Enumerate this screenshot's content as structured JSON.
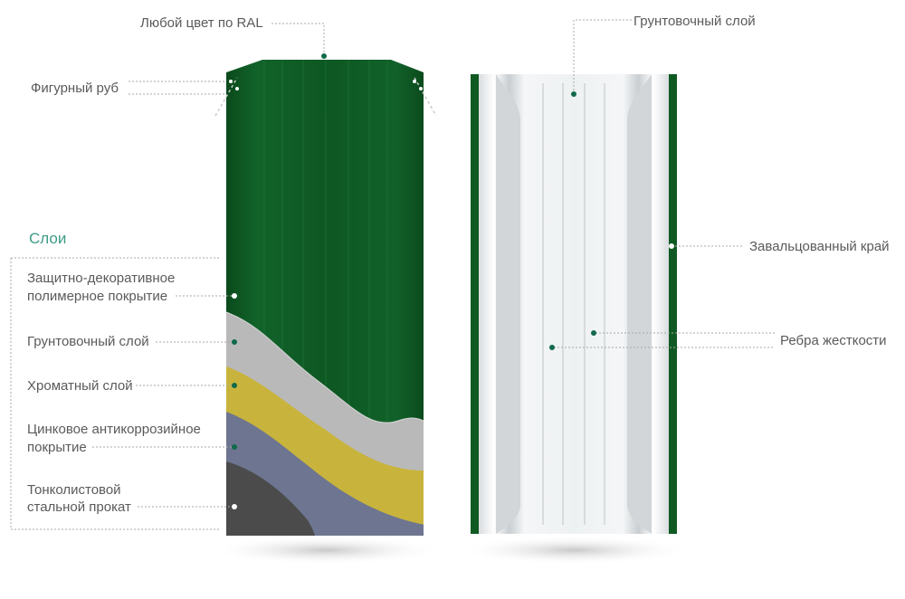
{
  "labels": {
    "ral": "Любой цвет по RAL",
    "figured_edge": "Фигурный руб",
    "primer_top": "Грунтовочный слой",
    "layers_title": "Слои",
    "polymer_1": "Защитно-декоративное",
    "polymer_2": "полимерное покрытие",
    "primer": "Грунтовочный слой",
    "chromate": "Хроматный слой",
    "zinc_1": "Цинковое антикоррозийное",
    "zinc_2": "покрытие",
    "steel_1": "Тонколистовой",
    "steel_2": "стальной прокат",
    "rolled_edge": "Завальцованный край",
    "ribs": "Ребра жесткости"
  },
  "colors": {
    "green": "#0f5a22",
    "green_dark": "#0a4218",
    "primer_gray": "#b9b9b9",
    "chromate_yellow": "#c8b43c",
    "zinc_blue": "#6e7590",
    "steel_dark": "#4b4b4b",
    "back_white": "#eceff1",
    "accent_teal": "#3e9b86",
    "leader_line": "#9a9a9a"
  }
}
